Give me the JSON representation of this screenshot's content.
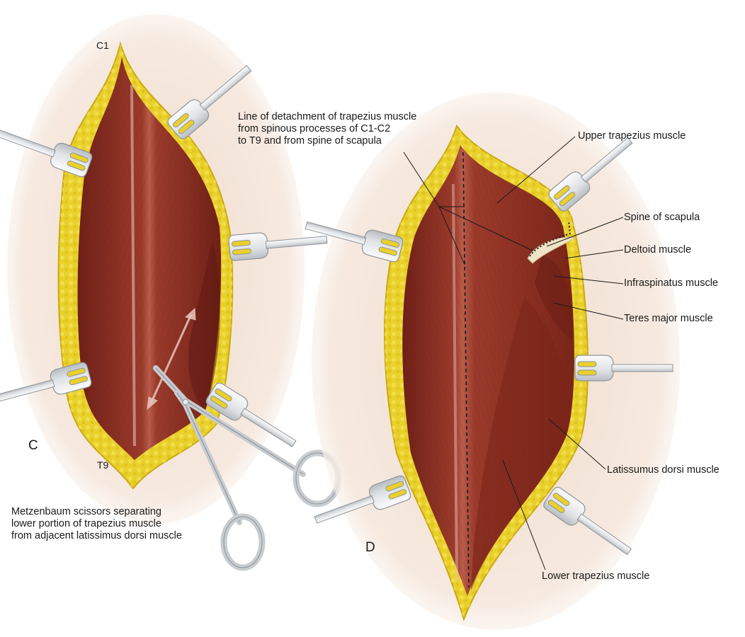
{
  "figure": {
    "panels": [
      {
        "id": "C",
        "letter": "C",
        "vertebra_top": "C1",
        "vertebra_bottom": "T9",
        "caption": "Metzenbaum scissors separating\nlower portion of trapezius muscle\nfrom adjacent latissimus dorsi muscle"
      },
      {
        "id": "D",
        "letter": "D",
        "detachment_note": "Line of detachment of trapezius muscle\nfrom spinous processes of C1-C2\nto T9 and from spine of scapula",
        "labels": [
          "Upper trapezius muscle",
          "Spine of scapula",
          "Deltoid muscle",
          "Infraspinatus muscle",
          "Teres major muscle",
          "Latissumus dorsi muscle",
          "Lower trapezius muscle"
        ]
      }
    ],
    "colors": {
      "skin": "#f3e4d8",
      "fat": "#e9d02a",
      "fat_edge": "#c9a80f",
      "muscle": "#8e2f22",
      "muscle_dark": "#5e1a12",
      "muscle_light": "#c26a5a",
      "retractor": "#e6e8ea",
      "retractor_edge": "#9aa0a6",
      "bone": "#efe4c4",
      "leader": "#1a1a1a"
    }
  }
}
